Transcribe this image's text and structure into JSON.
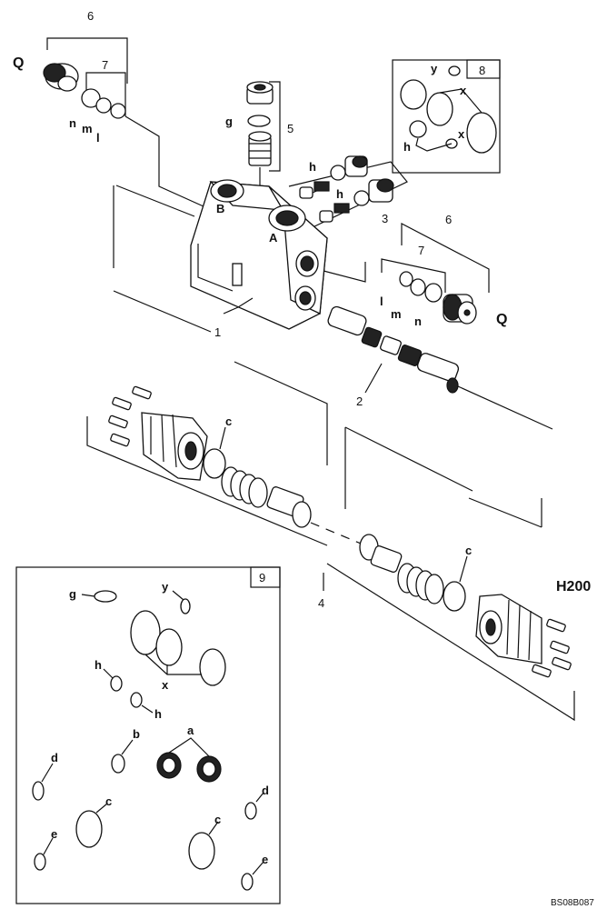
{
  "labels": {
    "l6a": "6",
    "l7a": "7",
    "lQa": "Q",
    "ln1": "n",
    "lm1": "m",
    "ll1": "l",
    "lg1": "g",
    "l5": "5",
    "lh1": "h",
    "lh2": "h",
    "l3": "3",
    "lB": "B",
    "lA": "A",
    "l1": "1",
    "l2": "2",
    "l6b": "6",
    "l7b": "7",
    "ll2": "l",
    "lm2": "m",
    "ln2": "n",
    "lQb": "Q",
    "ly8": "y",
    "lx8a": "x",
    "lh8": "h",
    "lx8b": "x",
    "box8": "8",
    "lc1": "c",
    "lc2": "c",
    "l4": "4",
    "lH200": "H200",
    "box9": "9",
    "lg9": "g",
    "ly9": "y",
    "lx9": "x",
    "lh9a": "h",
    "lh9b": "h",
    "lb9": "b",
    "la9": "a",
    "ld9a": "d",
    "lc9a": "c",
    "le9a": "e",
    "lc9b": "c",
    "ld9b": "d",
    "le9b": "e",
    "code": "BS08B087"
  }
}
